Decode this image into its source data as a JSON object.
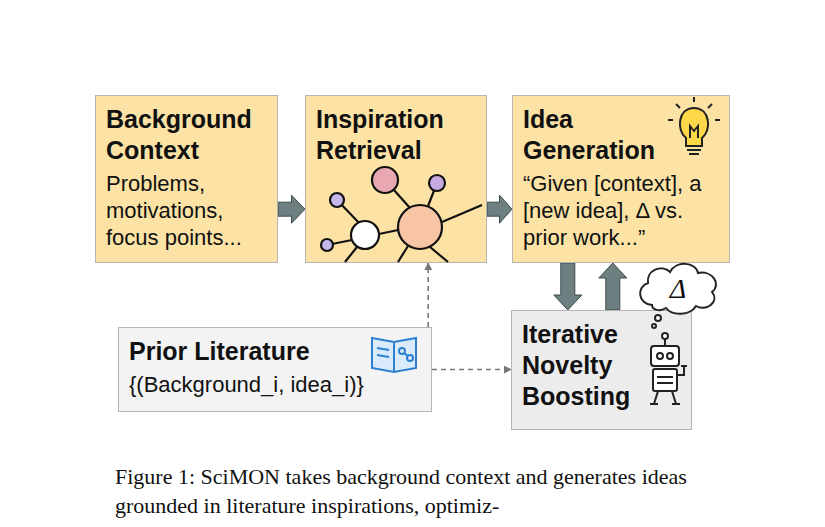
{
  "diagram": {
    "caption": "Figure 1: SciMON takes background context and generates ideas grounded in literature inspirations, optimiz-",
    "nodes": [
      {
        "text": [
          "Background Context",
          "Problems, motivations, focus points..."
        ]
      },
      {
        "text": [
          "Inspiration Retrieval"
        ]
      },
      {
        "text": [
          "Idea Generation",
          "“Given [context], a [new idea], Δ vs. prior work...”"
        ]
      },
      {
        "text": [
          "Prior Literature",
          "{(Background_i, idea_i)}"
        ]
      },
      {
        "text": [
          "Iterative Novelty Boosting"
        ]
      }
    ],
    "edges": [
      {
        "from": 0,
        "to": 1,
        "arrow": "to"
      },
      {
        "from": 1,
        "to": 2,
        "arrow": "to"
      },
      {
        "from": 2,
        "to": 4,
        "arrow": "to"
      },
      {
        "from": 4,
        "to": 2,
        "arrow": "to"
      },
      {
        "from": 3,
        "to": 1,
        "arrow": "to"
      },
      {
        "from": 3,
        "to": 4,
        "arrow": "to"
      }
    ],
    "labels": [
      "Δ"
    ]
  }
}
